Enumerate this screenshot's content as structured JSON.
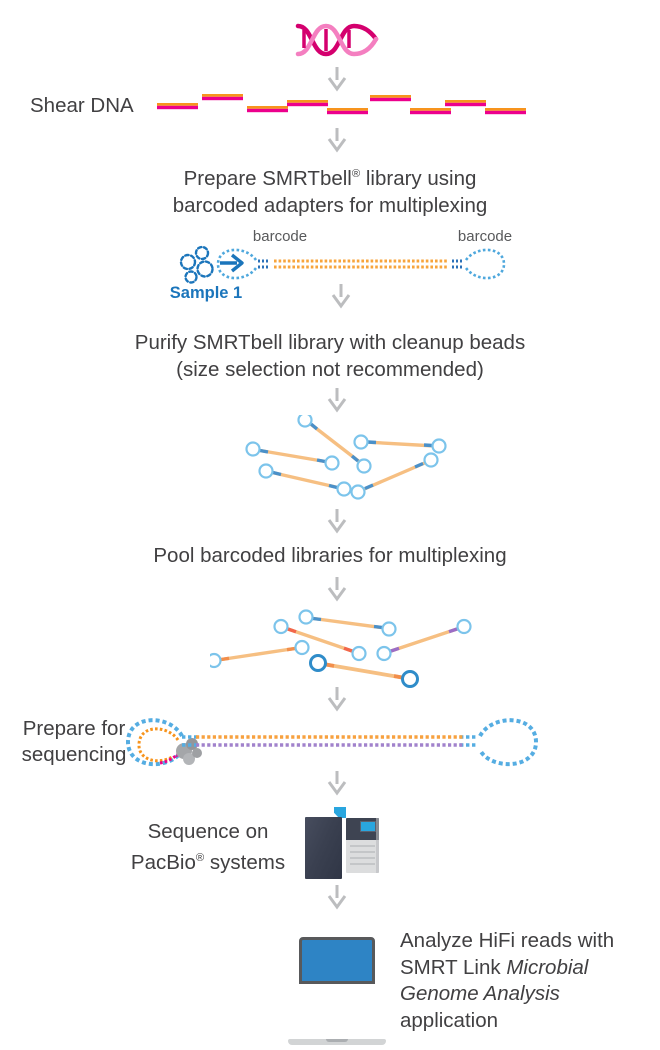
{
  "title": "SMRTbell microbial multiplexing library preparation workflow",
  "steps": {
    "shear": {
      "label": "Shear DNA"
    },
    "prepare_library": {
      "pre": "Prepare SMRTbell",
      "reg": "®",
      "post": " library using",
      "line2": "barcoded adapters for multiplexing"
    },
    "purify": {
      "line1": "Purify SMRTbell library with cleanup beads",
      "line2": "(size selection not recommended)"
    },
    "pool": {
      "label": "Pool barcoded libraries for multiplexing"
    },
    "prepare_seq": {
      "line1": "Prepare for",
      "line2": "sequencing"
    },
    "sequence": {
      "line1": "Sequence on",
      "line2_pre": "PacBio",
      "reg": "®",
      "line2_post": " systems"
    },
    "analyze": {
      "line1": "Analyze HiFi reads with",
      "line2_pre": "SMRT Link",
      "line2_italic": "Microbial",
      "line3_italic": "Genome Analysis",
      "line4": "application"
    }
  },
  "diagram": {
    "barcode_left_label": "barcode",
    "barcode_right_label": "barcode",
    "sample_label": "Sample 1"
  },
  "icons": {
    "dna": "dna-helix-icon",
    "flow_arrow": "down-arrow-icon",
    "sample": "microbial-sample-icon",
    "sample_arrow": "right-arrow-icon",
    "smrtbell_adapter": "smrtbell-hairpin-loop-icon",
    "polymerase": "polymerase-blob-icon",
    "sequencer_tower": "pacbio-sequencer-tower-icon",
    "sequencer_box": "pacbio-sequencer-box-icon",
    "laptop": "laptop-icon"
  },
  "colors": {
    "magenta": "#EC008C",
    "pink_strand": "#F47FC0",
    "dark_magenta": "#D4006E",
    "orange": "#F7941D",
    "light_orange_insert": "#F6BF82",
    "loop_blue": "#55ADE2",
    "dark_blue": "#1B75BB",
    "barcode_blue": "#2A70B8",
    "purple_strand": "#A182CC",
    "arrow_gray": "#BCBDBF",
    "text_dark": "#414042",
    "label_gray": "#58595B",
    "instrument_navy": "#3A4050",
    "screen_cyan": "#29A6DF",
    "laptop_blue": "#2E84C5",
    "polymerase_gray": "#A4A6A9"
  }
}
